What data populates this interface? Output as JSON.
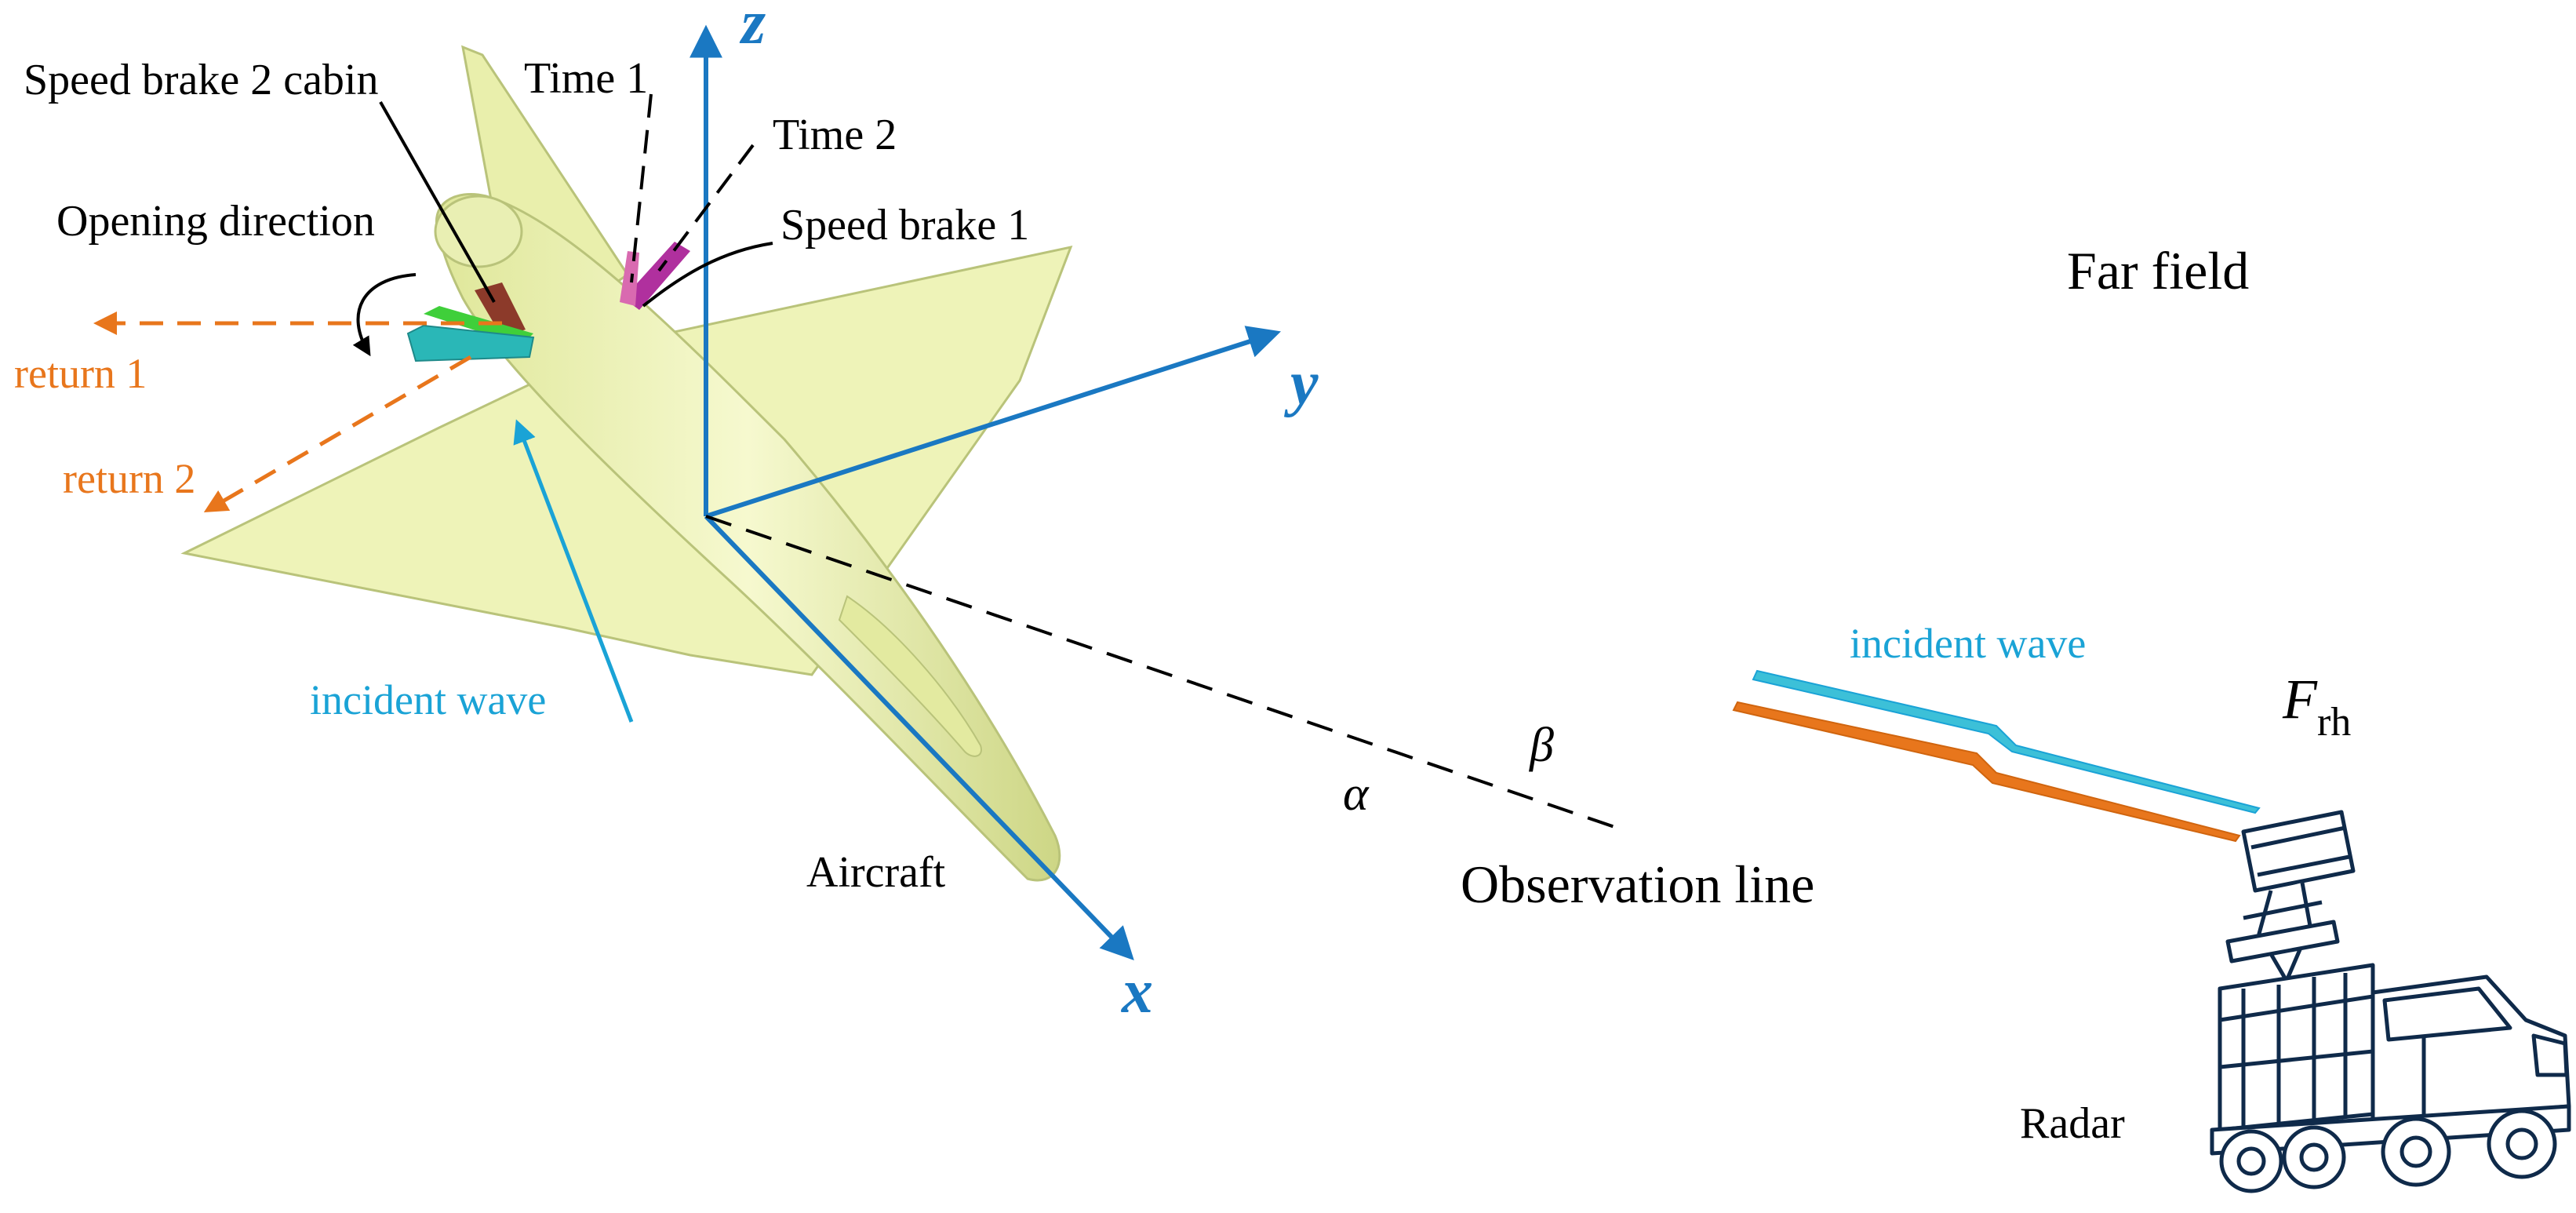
{
  "labels": {
    "speed_brake_2_cabin": "Speed brake 2 cabin",
    "time_1": "Time 1",
    "time_2": "Time 2",
    "opening_direction": "Opening direction",
    "speed_brake_1": "Speed brake 1",
    "return_1": "return 1",
    "return_2": "return 2",
    "incident_wave_left": "incident wave",
    "aircraft": "Aircraft",
    "far_field": "Far field",
    "incident_wave_right": "incident wave",
    "observation_line": "Observation line",
    "alpha": "α",
    "beta": "β",
    "radar": "Radar",
    "f_main": "F",
    "f_sub": "rh"
  },
  "axes": {
    "x": "x",
    "y": "y",
    "z": "z"
  },
  "colors": {
    "axis": "#1a78c2",
    "aircraft_body": "#eef3b8",
    "aircraft_outline": "#b9c37a",
    "return": "#e8761c",
    "incident": "#1aa3d6",
    "speed_brake_1": "#b0309e",
    "speed_brake_2_green": "#3fcf3a",
    "speed_brake_2_cyan": "#2ab7b7",
    "radar": "#0f2a4a"
  }
}
